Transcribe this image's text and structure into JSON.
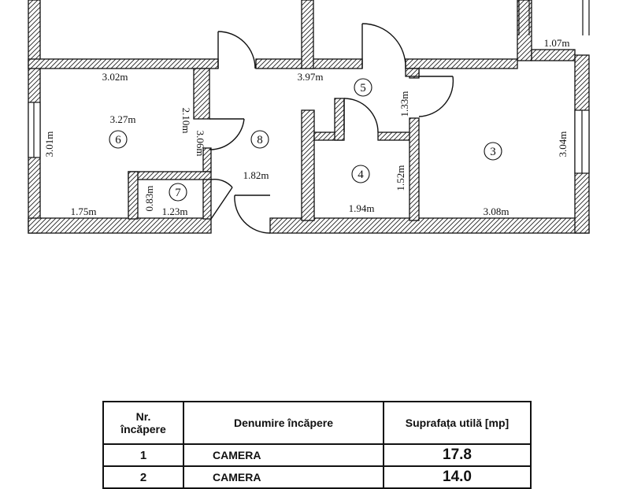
{
  "plan": {
    "dimensions": {
      "top_right_width": "1.07m",
      "room6_top": "3.02m",
      "room6_width": "3.27m",
      "room6_side": "2.10m",
      "room6_height": "3.01m",
      "room6_bottom": "1.75m",
      "hall_top": "3.97m",
      "room5_height": "1.33m",
      "room8_height": "3.06m",
      "room8_width": "1.82m",
      "room7_height": "0.83m",
      "room7_width": "1.23m",
      "room4_height": "1.52m",
      "room4_width": "1.94m",
      "room3_height": "3.04m",
      "room3_width": "3.08m"
    },
    "room_numbers": {
      "r3": "3",
      "r4": "4",
      "r5": "5",
      "r6": "6",
      "r7": "7",
      "r8": "8"
    }
  },
  "table": {
    "headers": {
      "nr": "Nr.\nîncăpere",
      "name": "Denumire încăpere",
      "area": "Suprafața utilă [mp]"
    },
    "rows": [
      {
        "nr": "1",
        "name": "CAMERA",
        "area": "17.8"
      },
      {
        "nr": "2",
        "name": "CAMERA",
        "area": "14.0"
      }
    ]
  }
}
